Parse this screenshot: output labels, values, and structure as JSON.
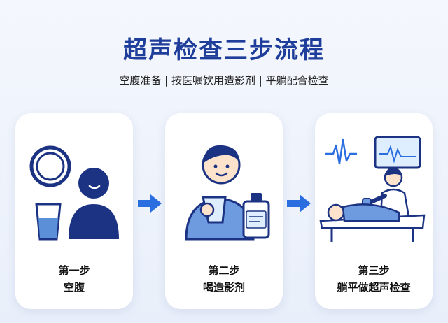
{
  "header": {
    "title": "超声检查三步流程",
    "subtitle": "空腹准备 | 按医嘱饮用造影剂 | 平躺配合检查"
  },
  "steps": [
    {
      "step_label": "第一步",
      "name": "空腹"
    },
    {
      "step_label": "第二步",
      "name": "喝造影剂"
    },
    {
      "step_label": "第三步",
      "name": "躺平做超声检查"
    }
  ],
  "colors": {
    "title": "#1f3d9a",
    "accent": "#2a6ee0",
    "navy": "#1c3383",
    "light_blue": "#5b8fd8",
    "skin": "#fde3cc"
  },
  "icons": [
    "empty-plate-icon",
    "water-glass-icon",
    "person-silhouette-icon",
    "person-drinking-icon",
    "contrast-bottle-icon",
    "ultrasound-monitor-icon",
    "doctor-icon",
    "patient-lying-icon",
    "arrow-right-icon"
  ]
}
